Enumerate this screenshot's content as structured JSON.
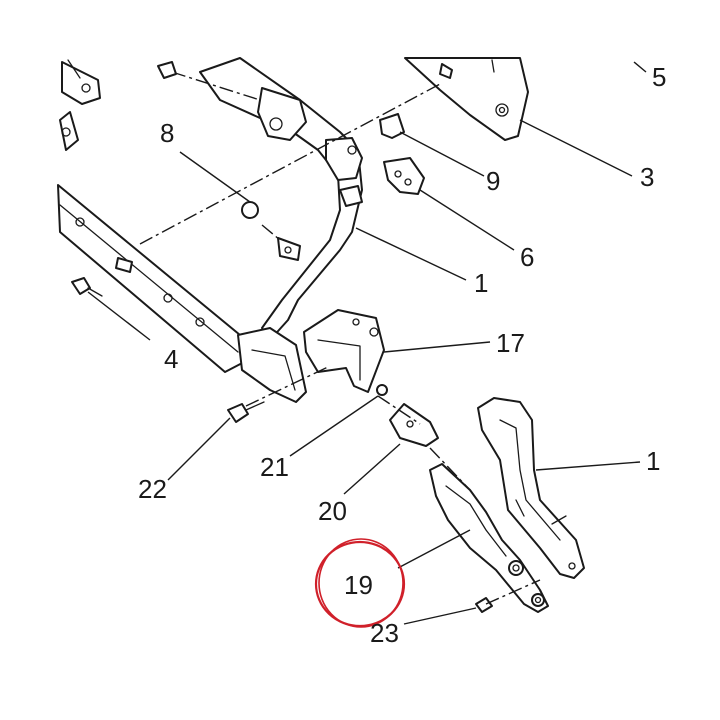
{
  "diagram": {
    "callouts": [
      {
        "id": "1a",
        "text": "1"
      },
      {
        "id": "1b",
        "text": "1"
      },
      {
        "id": "3",
        "text": "3"
      },
      {
        "id": "4",
        "text": "4"
      },
      {
        "id": "5",
        "text": "5"
      },
      {
        "id": "6",
        "text": "6"
      },
      {
        "id": "8",
        "text": "8"
      },
      {
        "id": "9",
        "text": "9"
      },
      {
        "id": "17",
        "text": "17"
      },
      {
        "id": "19",
        "text": "19"
      },
      {
        "id": "20",
        "text": "20"
      },
      {
        "id": "21",
        "text": "21"
      },
      {
        "id": "22",
        "text": "22"
      },
      {
        "id": "23",
        "text": "23"
      }
    ],
    "highlight": {
      "target": "19",
      "color": "#d0202a"
    }
  }
}
